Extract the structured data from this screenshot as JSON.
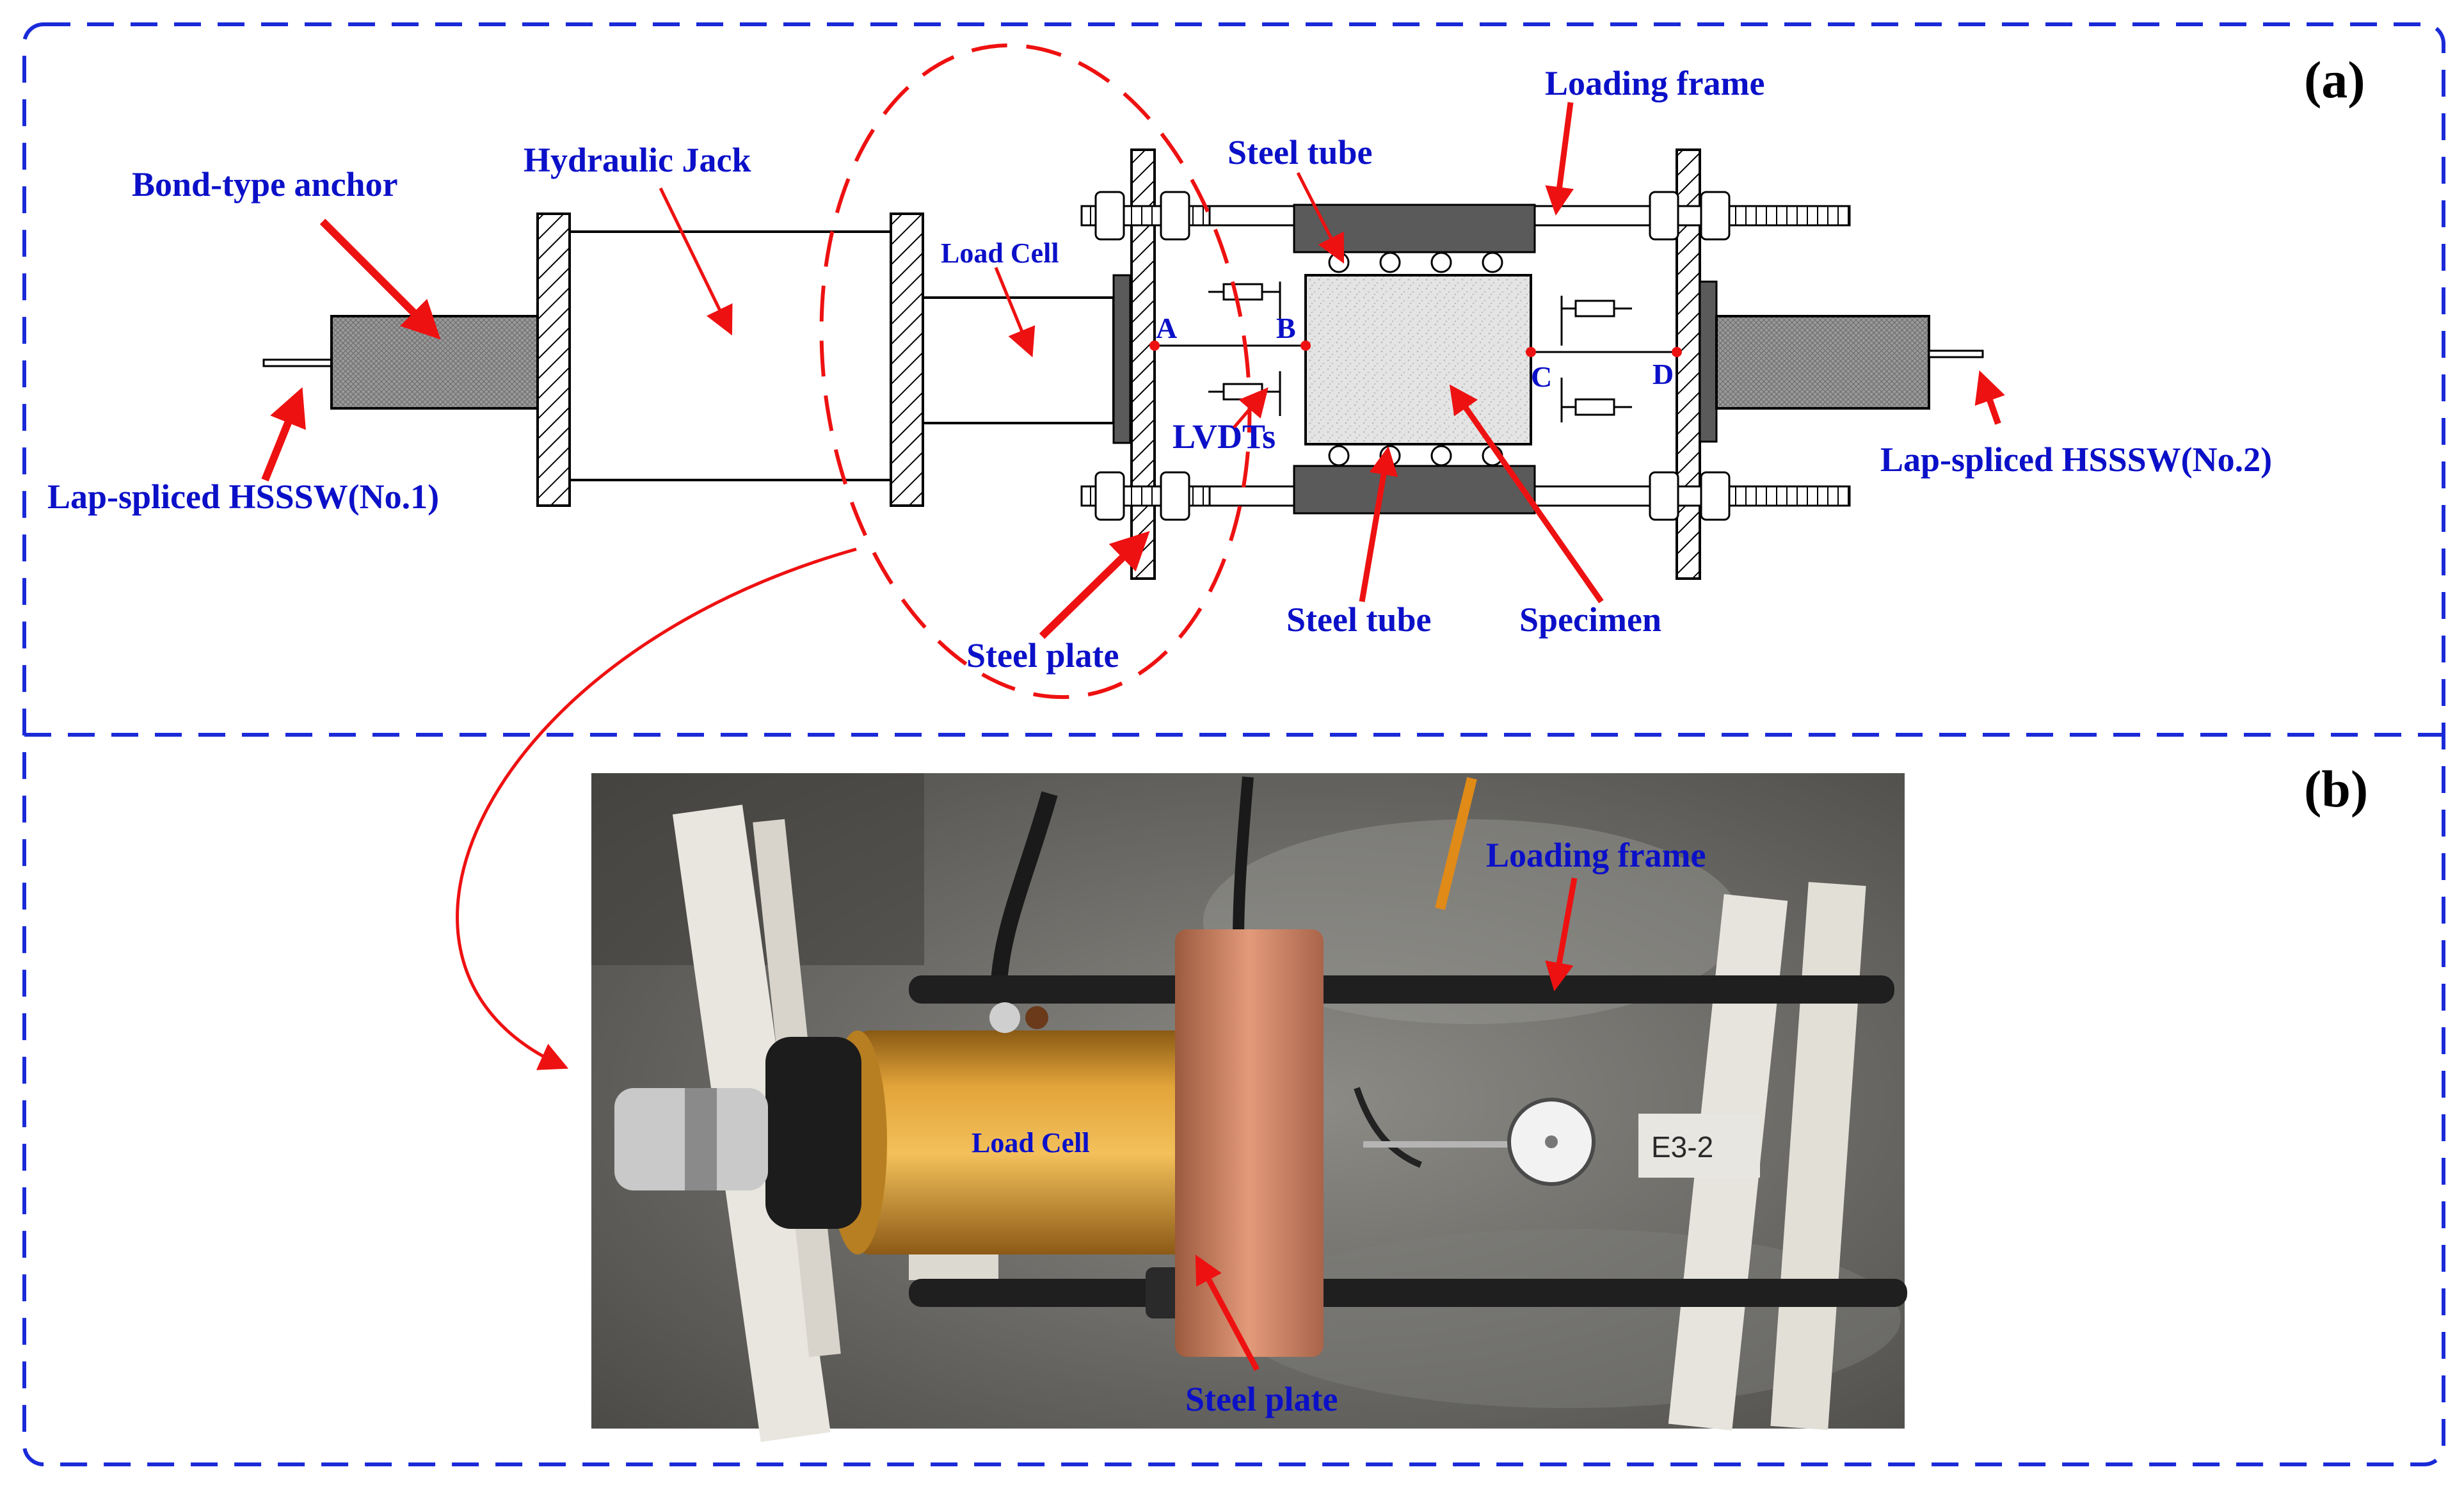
{
  "panels": {
    "a": {
      "tag": "(a)"
    },
    "b": {
      "tag": "(b)"
    }
  },
  "schematic": {
    "bond_anchor": "Bond-type anchor",
    "hydraulic_jack": "Hydraulic Jack",
    "load_cell": "Load Cell",
    "steel_tube_top": "Steel tube",
    "loading_frame": "Loading frame",
    "lap_spliced_1": "Lap-spliced HSSSW(No.1)",
    "lap_spliced_2": "Lap-spliced HSSSW(No.2)",
    "lvdts": "LVDTs",
    "steel_plate": "Steel plate",
    "steel_tube_bottom": "Steel tube",
    "specimen": "Specimen",
    "point_a": "A",
    "point_b": "B",
    "point_c": "C",
    "point_d": "D"
  },
  "photo": {
    "loading_frame": "Loading frame",
    "load_cell": "Load Cell",
    "steel_plate": "Steel plate",
    "specimen_tag": "E3-2"
  },
  "colors": {
    "label_blue": "#0b10c8",
    "arrow_red": "#ee1111",
    "dash_blue": "#1a2ad8",
    "steel_dark": "#5a5a5a",
    "photo_floor": "#6b6a66"
  }
}
